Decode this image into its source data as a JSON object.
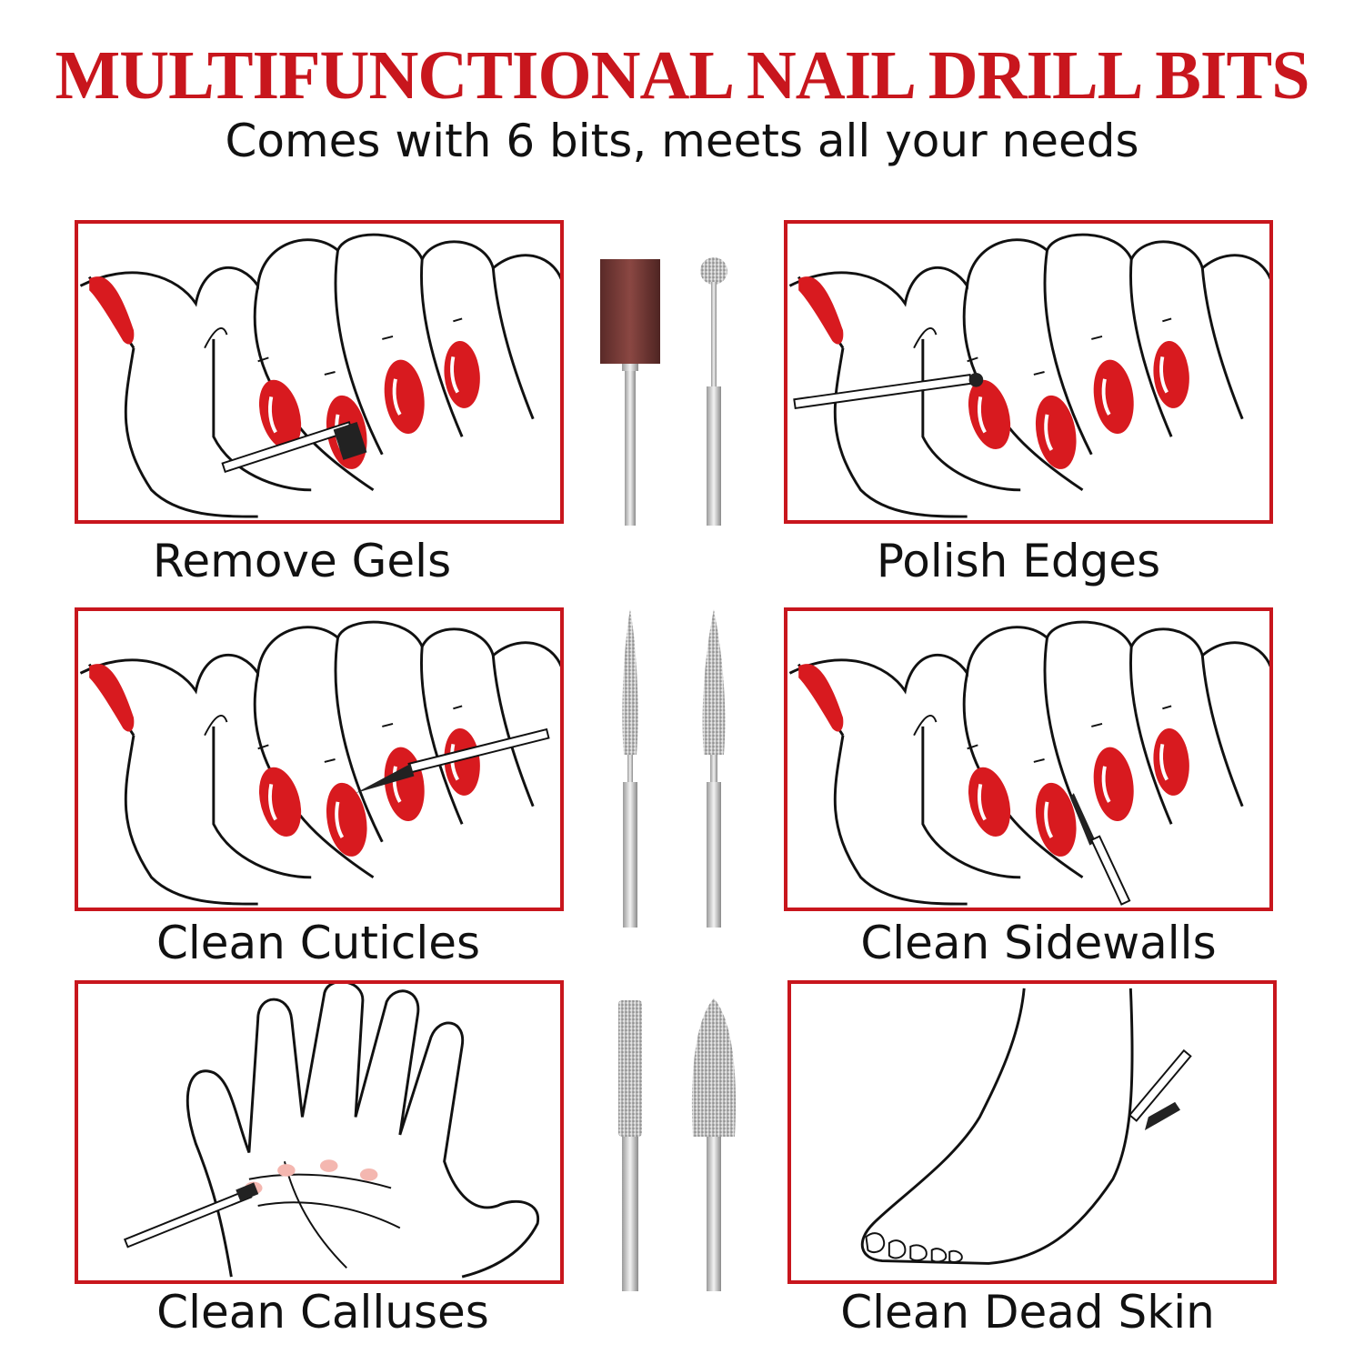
{
  "header": {
    "title": "MULTIFUNCTIONAL NAIL DRILL BITS",
    "subtitle": "Comes with 6 bits, meets all your needs"
  },
  "colors": {
    "accent_red": "#c8161d",
    "nail_red": "#d81a1f",
    "text": "#111111",
    "line": "#111111"
  },
  "uses": [
    {
      "label": "Remove Gels",
      "illustration": "hand-with-sanding-band-icon",
      "bit": "sanding-band-bit-icon"
    },
    {
      "label": "Polish Edges",
      "illustration": "hand-with-ball-bit-icon",
      "bit": "ball-bit-icon"
    },
    {
      "label": "Clean Cuticles",
      "illustration": "hand-with-cone-bit-icon",
      "bit": "needle-bit-icon"
    },
    {
      "label": "Clean Sidewalls",
      "illustration": "hand-with-sidewall-bit-icon",
      "bit": "bullet-needle-bit-icon"
    },
    {
      "label": "Clean Calluses",
      "illustration": "palm-with-cylinder-bit-icon",
      "bit": "cylinder-diamond-bit-icon"
    },
    {
      "label": "Clean Dead Skin",
      "illustration": "foot-with-bit-icon",
      "bit": "cone-diamond-bit-icon"
    }
  ]
}
